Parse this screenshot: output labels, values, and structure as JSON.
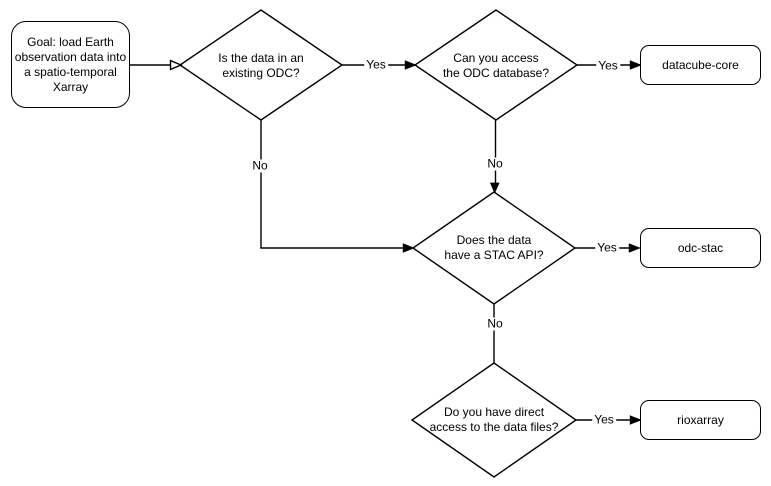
{
  "diagram": {
    "colors": {
      "stroke": "#000000",
      "background": "#ffffff",
      "text": "#000000",
      "label_background": "#ffffff"
    },
    "goal": {
      "lines": [
        "Goal: load Earth",
        "observation data into",
        "a spatio-temporal",
        "Xarray"
      ]
    },
    "decisions": [
      {
        "id": "existing-odc",
        "lines": [
          "Is the data in an",
          "existing ODC?"
        ]
      },
      {
        "id": "odc-db-access",
        "lines": [
          "Can you access",
          "the ODC database?"
        ]
      },
      {
        "id": "stac-api",
        "lines": [
          "Does the data",
          "have a STAC API?"
        ]
      },
      {
        "id": "direct-access",
        "lines": [
          "Do you have direct",
          "access to the data files?"
        ]
      }
    ],
    "outcomes": [
      {
        "id": "datacube-core",
        "label": "datacube-core"
      },
      {
        "id": "odc-stac",
        "label": "odc-stac"
      },
      {
        "id": "rioxarray",
        "label": "rioxarray"
      }
    ],
    "edge_labels": {
      "yes": "Yes",
      "no": "No"
    }
  }
}
